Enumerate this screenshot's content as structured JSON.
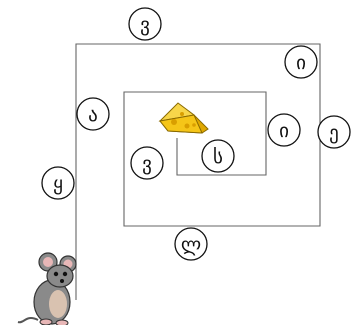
{
  "puzzle": {
    "letters": {
      "top": "ვ",
      "outer_right_top": "ი",
      "outer_left": "ა",
      "far_right": "ე",
      "inner_right": "ი",
      "inner_left": "ვ",
      "center": "ს",
      "bottom": "ლ",
      "far_left": "ყ"
    },
    "colors": {
      "path": "#666666",
      "cheese": "#f5c518",
      "cheese_holes": "#e0a800",
      "mouse": "#8a8a8a"
    },
    "icons": {
      "goal": "cheese-icon",
      "player": "mouse-icon"
    }
  }
}
